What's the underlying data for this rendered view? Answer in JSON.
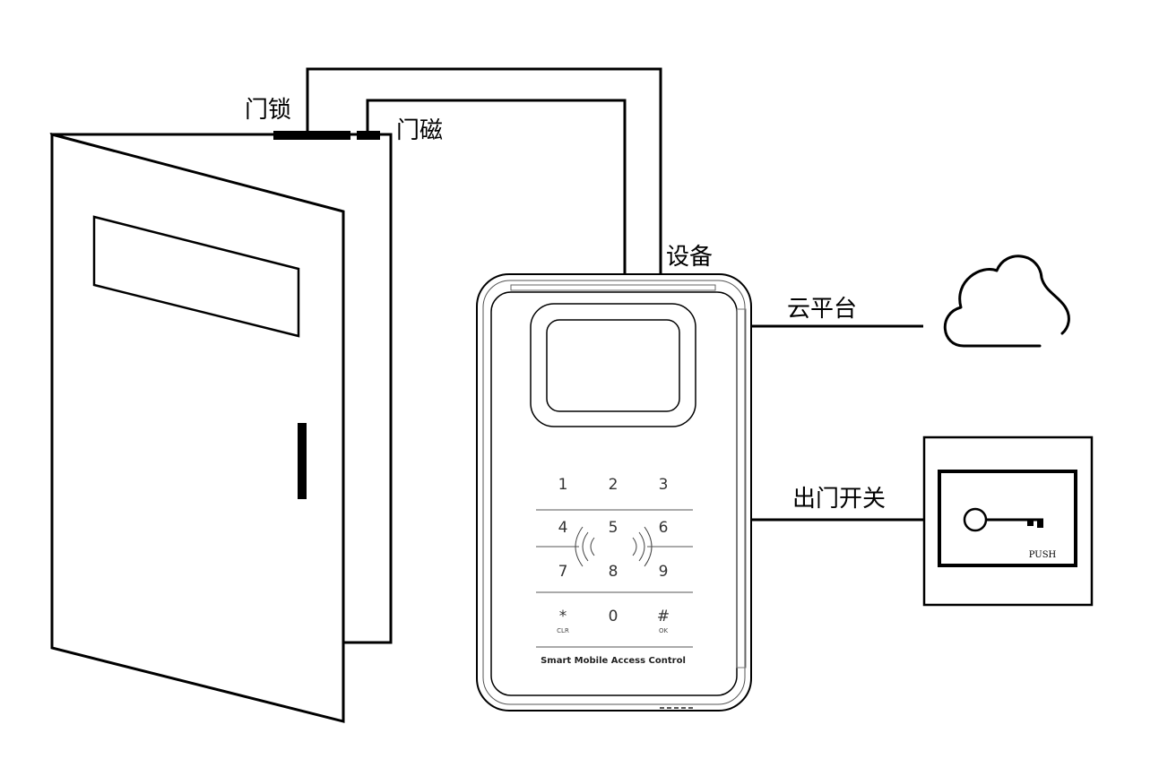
{
  "labels": {
    "lock": "门锁",
    "magnet": "门磁",
    "device": "设备",
    "cloud": "云平台",
    "exit_switch": "出门开关"
  },
  "device": {
    "keys": [
      "1",
      "2",
      "3",
      "4",
      "5",
      "6",
      "7",
      "8",
      "9",
      "*",
      "0",
      "#"
    ],
    "key_sub_clr": "CLR",
    "key_sub_ok": "OK",
    "brand_text": "Smart Mobile Access Control"
  },
  "exit_button": {
    "push_label": "PUSH"
  }
}
